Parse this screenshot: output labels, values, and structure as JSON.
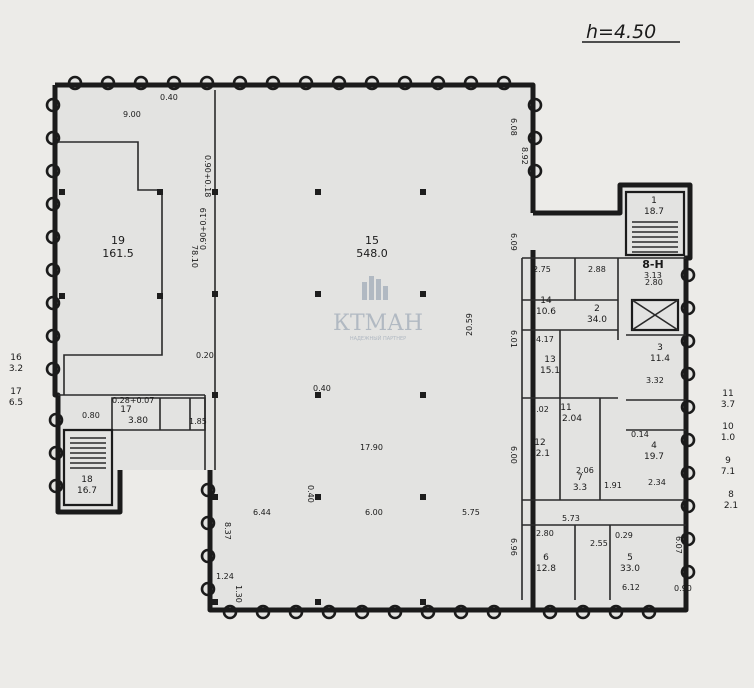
{
  "height_note": "h=4.50",
  "watermark": {
    "text": "КТМАН",
    "subtitle": "НАДЕЖНЫЙ ПАРТНЕР"
  },
  "rooms": [
    {
      "id": "r19",
      "number": "19",
      "area": "161.5"
    },
    {
      "id": "r15",
      "number": "15",
      "area": "548.0"
    },
    {
      "id": "r1",
      "number": "1",
      "area": "18.7"
    },
    {
      "id": "r14",
      "number": "14",
      "area": "10.6"
    },
    {
      "id": "r2",
      "number": "2",
      "area": "34.0"
    },
    {
      "id": "r13",
      "number": "13",
      "area": "15.1"
    },
    {
      "id": "r3",
      "number": "3",
      "area": "11.4"
    },
    {
      "id": "r12",
      "number": "12",
      "area": "12.1"
    },
    {
      "id": "r4",
      "number": "4",
      "area": "19.7"
    },
    {
      "id": "r7",
      "number": "7",
      "area": "3.3"
    },
    {
      "id": "r6",
      "number": "6",
      "area": "12.8"
    },
    {
      "id": "r5",
      "number": "5",
      "area": "33.0"
    },
    {
      "id": "r18",
      "number": "18",
      "area": "16.7"
    },
    {
      "id": "r17",
      "number": "17",
      "area": "3.80"
    },
    {
      "id": "r11",
      "number": "11",
      "area": "2.04"
    },
    {
      "id": "r8-h",
      "number": "8-H",
      "area": ""
    }
  ],
  "outside_labels": [
    {
      "id": "o16",
      "number": "16",
      "area": "3.2"
    },
    {
      "id": "o17",
      "number": "17",
      "area": "6.5"
    },
    {
      "id": "o11",
      "number": "11",
      "area": "3.7"
    },
    {
      "id": "o10",
      "number": "10",
      "area": "1.0"
    },
    {
      "id": "o9",
      "number": "9",
      "area": "7.1"
    },
    {
      "id": "o8",
      "number": "8",
      "area": "2.1"
    }
  ],
  "dimensions": [
    "9.00",
    "0.40",
    "6.08",
    "8.92",
    "6.09",
    "20.59",
    "6.01",
    "6.00",
    "6.96",
    "78.10",
    "0.90+0.19",
    "0.90+0.18",
    "0.40",
    "17.90",
    "6.44",
    "6.00",
    "5.75",
    "8.37",
    "0.40",
    "1.24",
    "1.30",
    "2.75",
    "2.88",
    "4.17",
    "3.32",
    "2.02",
    "2.06",
    "1.91",
    "2.34",
    "2.80",
    "5.73",
    "2.55",
    "6.12",
    "6.07",
    "0.28+0.07",
    "0.20",
    "1.85",
    "0.29",
    "3.13",
    "2.80",
    "0.80",
    "0.90",
    "0.14"
  ]
}
